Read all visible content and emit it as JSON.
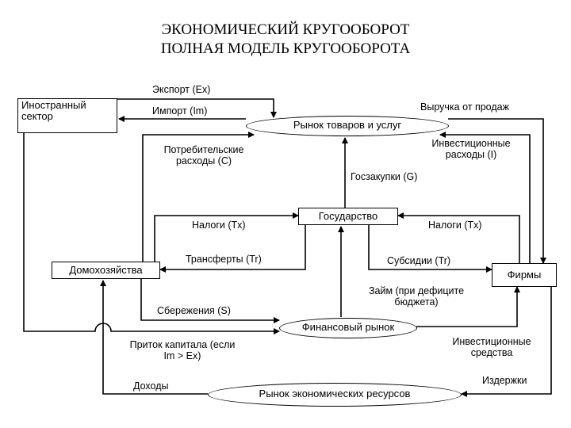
{
  "title": {
    "line1": "ЭКОНОМИЧЕСКИЙ КРУГООБОРОТ",
    "line2": "ПОЛНАЯ МОДЕЛЬ КРУГООБОРОТА"
  },
  "nodes": {
    "foreign_sector": "Иностранный сектор",
    "goods_market": "Рынок товаров и услуг",
    "government": "Государство",
    "households": "Домохозяйства",
    "firms": "Фирмы",
    "financial_market": "Финансовый рынок",
    "resources_market": "Рынок экономических ресурсов"
  },
  "flows": {
    "export": "Экспорт (Ex)",
    "import": "Импорт (Im)",
    "sales_revenue": "Выручка от продаж",
    "consumer_spending": "Потребительские расходы (C)",
    "investment_spending": "Инвестиционные расходы (I)",
    "gov_purchases": "Госзакупки (G)",
    "taxes_households": "Налоги (Tx)",
    "taxes_firms": "Налоги (Tx)",
    "transfers": "Трансферты (Tr)",
    "subsidies": "Субсидии (Tr)",
    "loans": "Займ (при дефиците бюджета)",
    "savings": "Сбережения (S)",
    "capital_inflow": "Приток капитала (если Im > Ex)",
    "investment_funds": "Инвестиционные средства",
    "incomes": "Доходы",
    "costs": "Издержки"
  },
  "colors": {
    "line": "#000000",
    "background": "#ffffff"
  }
}
